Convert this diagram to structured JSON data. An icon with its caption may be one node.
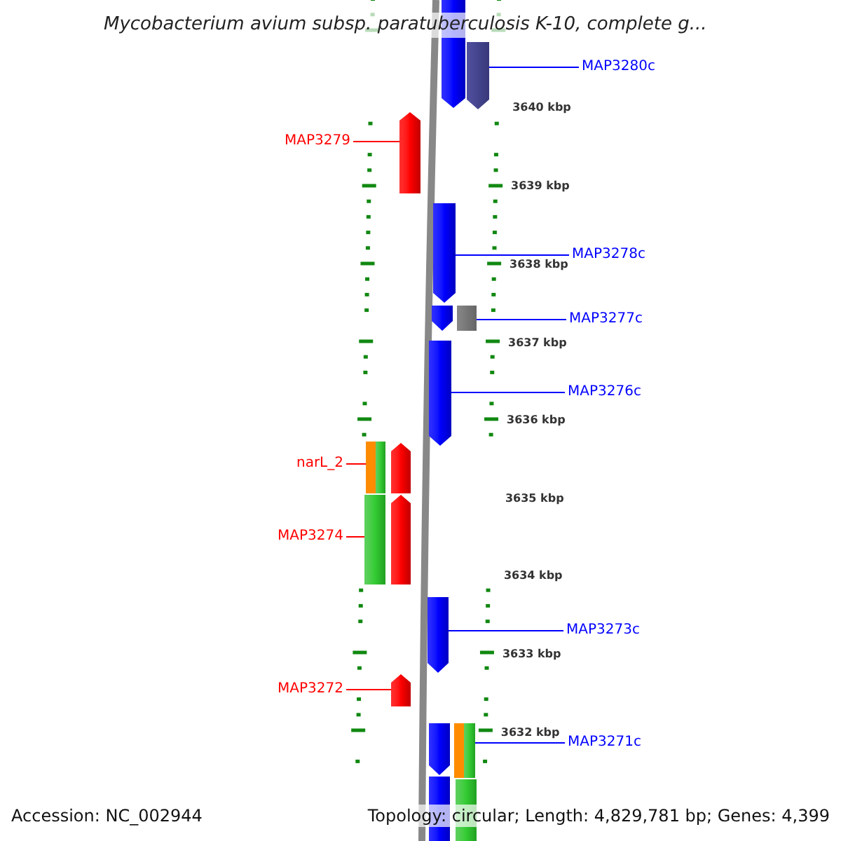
{
  "diagram": {
    "title": "Mycobacterium avium subsp. paratuberculosis K-10, complete g...",
    "nodes": [
      {
        "text": [
          "MAP3280c"
        ]
      },
      {
        "text": [],
        "shape": "arrow"
      },
      {
        "text": [],
        "shape": "arrow"
      },
      {
        "text": [
          "MAP3279"
        ]
      },
      {
        "text": [],
        "shape": "arrow"
      },
      {
        "text": [
          "MAP3278c"
        ]
      },
      {
        "text": [],
        "shape": "arrow"
      },
      {
        "text": [
          "MAP3277c"
        ]
      },
      {
        "text": [],
        "shape": "arrow"
      },
      {
        "text": [],
        "shape": "bar"
      },
      {
        "text": [
          "MAP3276c"
        ]
      },
      {
        "text": [],
        "shape": "arrow"
      },
      {
        "text": [
          "narL_2"
        ]
      },
      {
        "text": [],
        "shape": "bar"
      },
      {
        "text": [],
        "shape": "bar"
      },
      {
        "text": [],
        "shape": "arrow"
      },
      {
        "text": [
          "MAP3274"
        ]
      },
      {
        "text": [],
        "shape": "bar"
      },
      {
        "text": [],
        "shape": "arrow"
      },
      {
        "text": [
          "MAP3273c"
        ]
      },
      {
        "text": [],
        "shape": "arrow"
      },
      {
        "text": [
          "MAP3272"
        ]
      },
      {
        "text": [],
        "shape": "arrow"
      },
      {
        "text": [
          "MAP3271c"
        ]
      },
      {
        "text": [],
        "shape": "arrow"
      },
      {
        "text": [],
        "shape": "bar"
      },
      {
        "text": [],
        "shape": "bar"
      },
      {
        "text": [],
        "shape": "bar"
      },
      {
        "text": [],
        "shape": "bar"
      }
    ],
    "edges": [
      {
        "from": 0,
        "to": 2,
        "arrow": "none"
      },
      {
        "from": 3,
        "to": 4,
        "arrow": "none",
        "color": "#ff0000"
      },
      {
        "from": 5,
        "to": 6,
        "arrow": "none"
      },
      {
        "from": 7,
        "to": 9,
        "arrow": "none"
      },
      {
        "from": 10,
        "to": 11,
        "arrow": "none"
      },
      {
        "from": 12,
        "to": 13,
        "arrow": "none",
        "color": "#ff0000"
      },
      {
        "from": 16,
        "to": 17,
        "arrow": "none",
        "color": "#ff0000"
      },
      {
        "from": 19,
        "to": 20,
        "arrow": "none"
      },
      {
        "from": 21,
        "to": 22,
        "arrow": "none",
        "color": "#ff0000"
      },
      {
        "from": 23,
        "to": 26,
        "arrow": "none"
      }
    ],
    "labels": [
      "3640 kbp",
      "3639 kbp",
      "3638 kbp",
      "3637 kbp",
      "3636 kbp",
      "3635 kbp",
      "3634 kbp",
      "3633 kbp",
      "3632 kbp",
      "Accession: NC_002944",
      "Topology: circular; Length: 4,829,781 bp; Genes: 4,399"
    ]
  }
}
